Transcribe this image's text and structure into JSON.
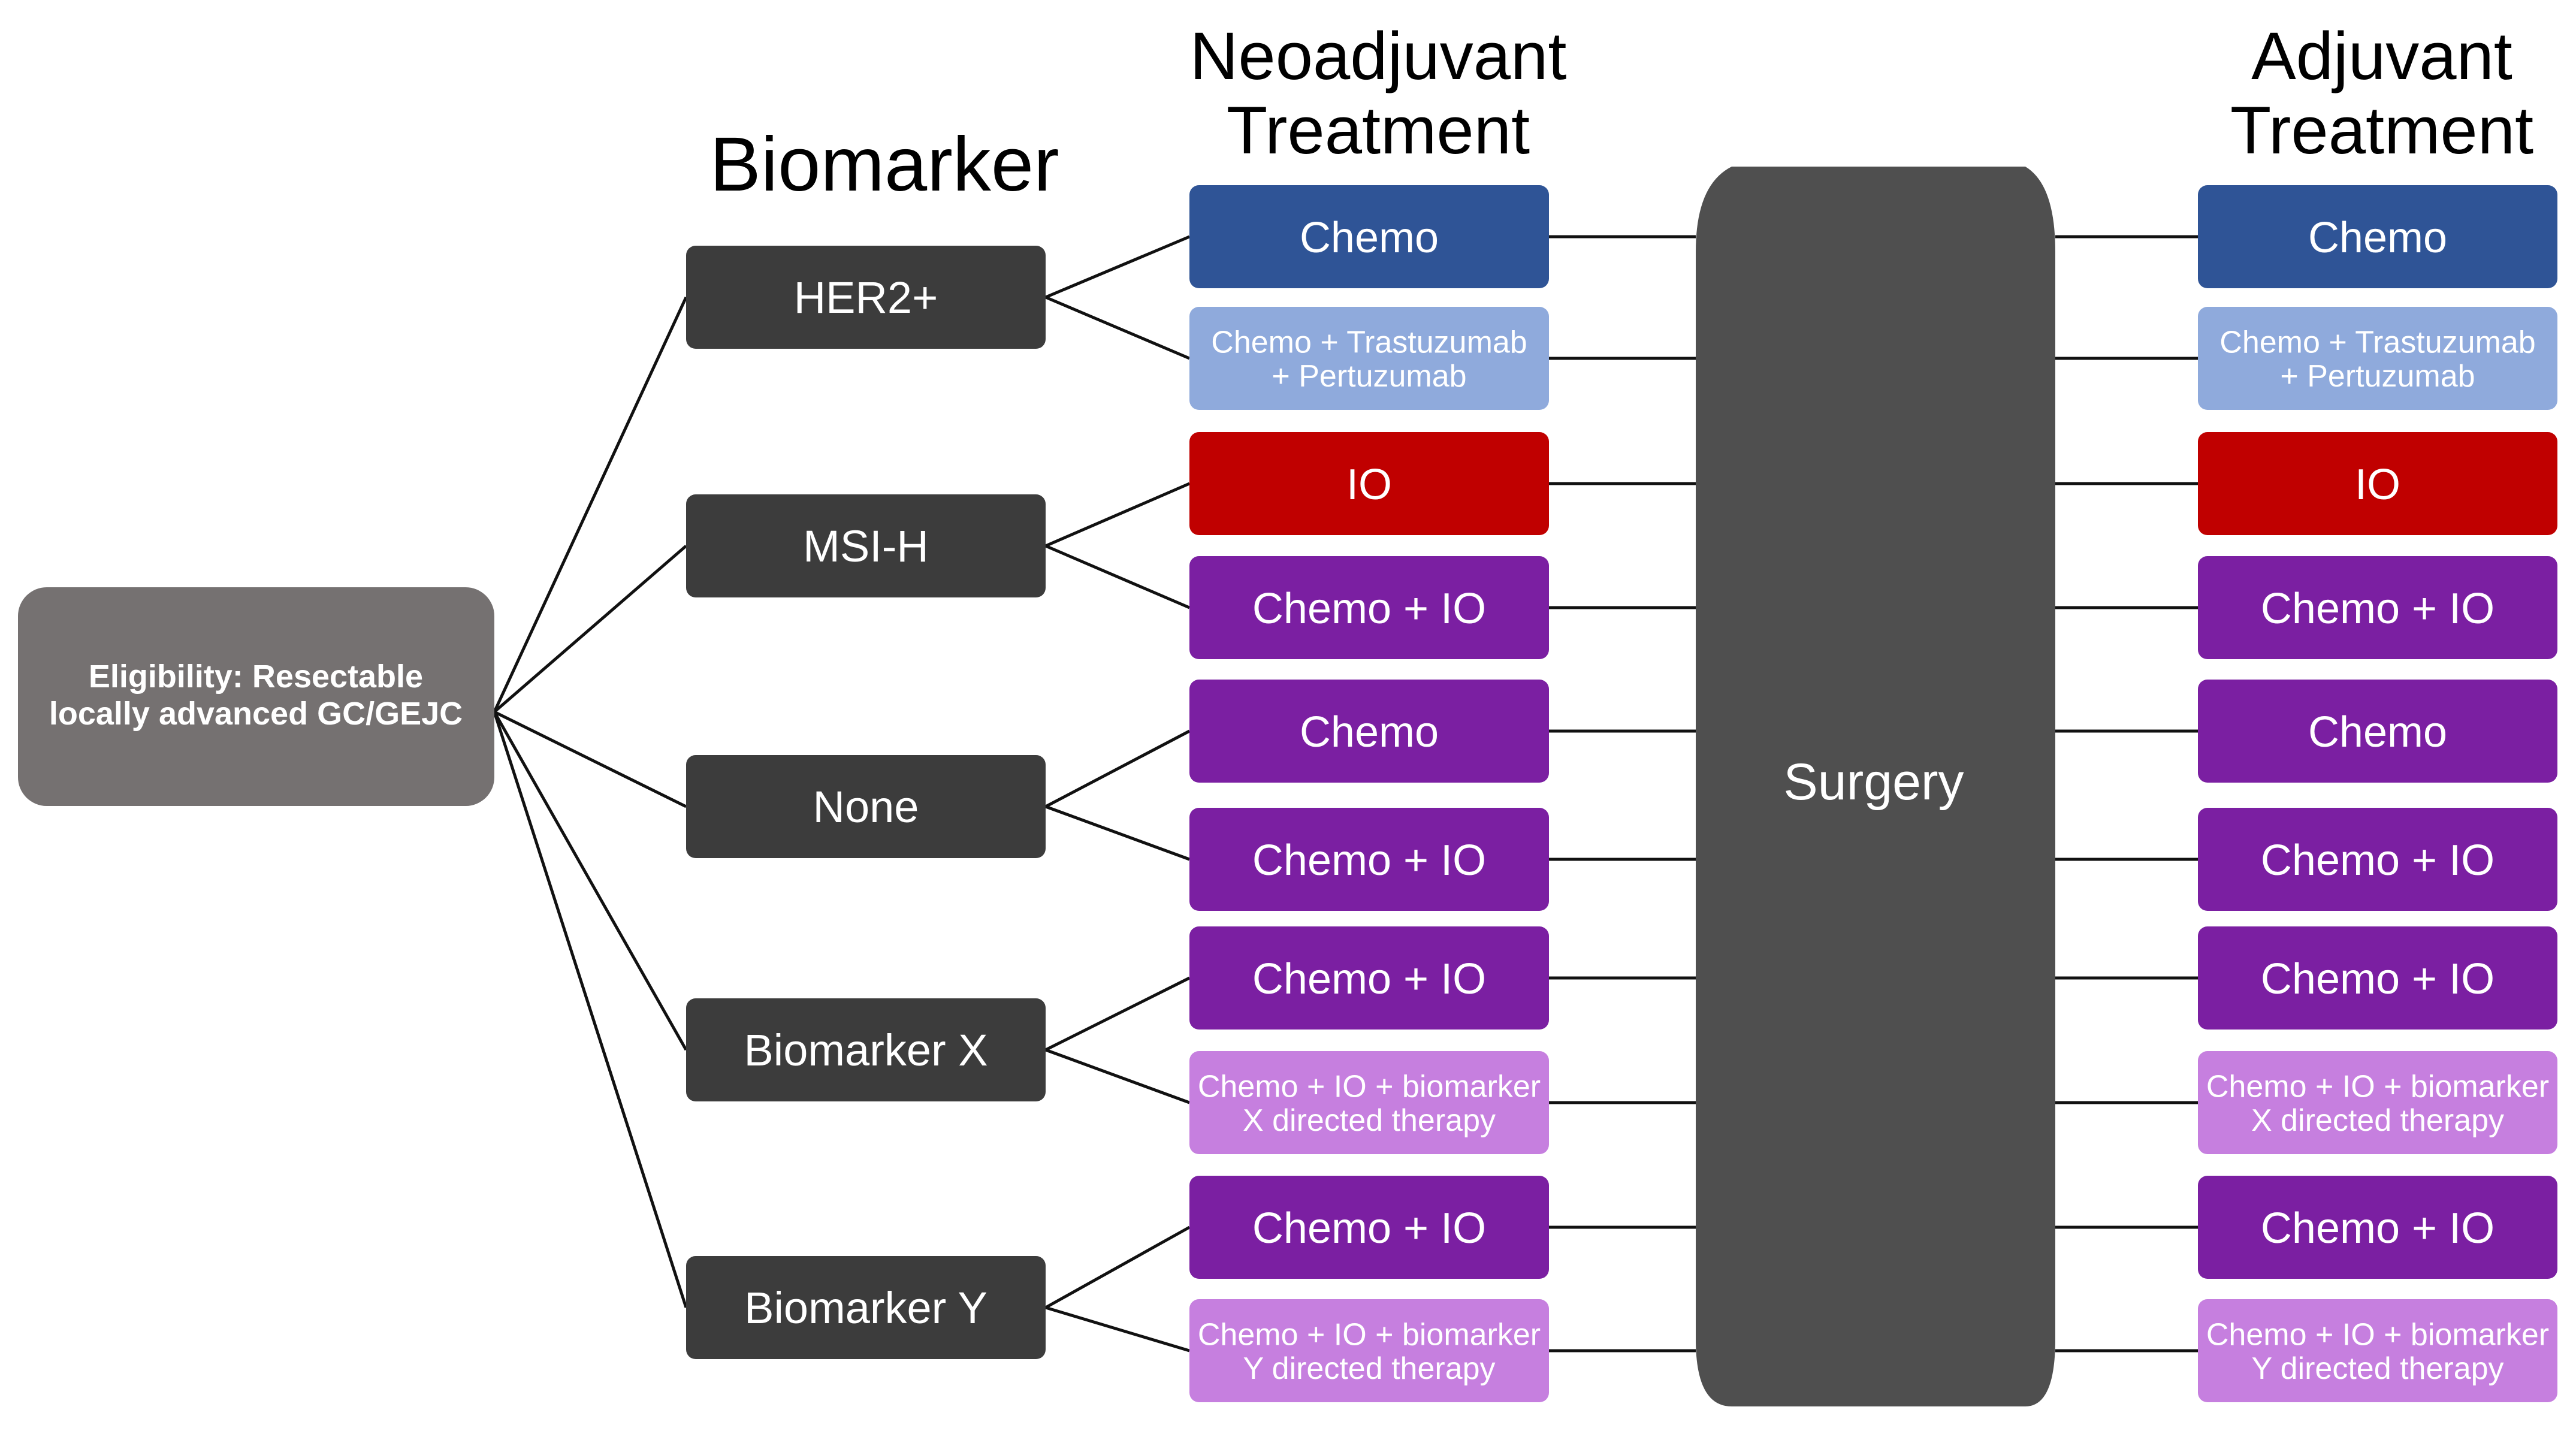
{
  "headers": {
    "biomarker": "Biomarker",
    "neoadjuvant": [
      "Neoadjuvant",
      "Treatment"
    ],
    "adjuvant": [
      "Adjuvant",
      "Treatment"
    ]
  },
  "eligibility": [
    "Eligibility: Resectable",
    "locally advanced GC/GEJC"
  ],
  "surgery": "Surgery",
  "colors": {
    "dark": "#3c3c3c",
    "gray": "#757171",
    "surgery": "#4f4f4f",
    "blue": "#2f5496",
    "lightblue": "#8faadc",
    "red": "#c00000",
    "purple": "#7b1fa2",
    "lavender": "#c67fdf"
  },
  "biomarkers": [
    {
      "label": "HER2+",
      "treatments": [
        {
          "neo": [
            "Chemo"
          ],
          "adj": [
            "Chemo"
          ],
          "color": "blue"
        },
        {
          "neo": [
            "Chemo + Trastuzumab",
            "+ Pertuzumab"
          ],
          "adj": [
            "Chemo + Trastuzumab",
            "+ Pertuzumab"
          ],
          "color": "lightblue"
        }
      ]
    },
    {
      "label": "MSI-H",
      "treatments": [
        {
          "neo": [
            "IO"
          ],
          "adj": [
            "IO"
          ],
          "color": "red"
        },
        {
          "neo": [
            "Chemo + IO"
          ],
          "adj": [
            "Chemo + IO"
          ],
          "color": "purple"
        }
      ]
    },
    {
      "label": "None",
      "treatments": [
        {
          "neo": [
            "Chemo"
          ],
          "adj": [
            "Chemo"
          ],
          "color": "purple"
        },
        {
          "neo": [
            "Chemo + IO"
          ],
          "adj": [
            "Chemo + IO"
          ],
          "color": "purple"
        }
      ]
    },
    {
      "label": "Biomarker X",
      "treatments": [
        {
          "neo": [
            "Chemo + IO"
          ],
          "adj": [
            "Chemo + IO"
          ],
          "color": "purple"
        },
        {
          "neo": [
            "Chemo + IO + biomarker",
            "X directed therapy"
          ],
          "adj": [
            "Chemo + IO + biomarker",
            "X directed therapy"
          ],
          "color": "lavender"
        }
      ]
    },
    {
      "label": "Biomarker Y",
      "treatments": [
        {
          "neo": [
            "Chemo + IO"
          ],
          "adj": [
            "Chemo + IO"
          ],
          "color": "purple"
        },
        {
          "neo": [
            "Chemo + IO + biomarker",
            "Y directed therapy"
          ],
          "adj": [
            "Chemo + IO + biomarker",
            "Y directed therapy"
          ],
          "color": "lavender"
        }
      ]
    }
  ]
}
